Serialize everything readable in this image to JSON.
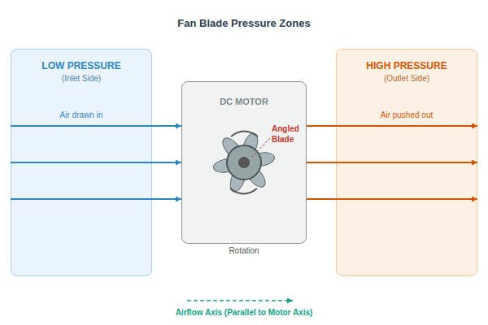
{
  "diagram": {
    "title": "Fan Blade Pressure Zones",
    "nodes": [
      {
        "text": [
          "LOW PRESSURE",
          "(Inlet Side)"
        ]
      },
      {
        "text": [
          "DC MOTOR"
        ]
      },
      {
        "text": [
          "HIGH PRESSURE",
          "(Outlet Side)"
        ]
      }
    ],
    "edges": [
      {
        "from": 0,
        "to": 1,
        "arrow": "to",
        "label": "Air drawn in"
      },
      {
        "from": 0,
        "to": 1,
        "arrow": "to"
      },
      {
        "from": 0,
        "to": 1,
        "arrow": "to"
      },
      {
        "from": 1,
        "to": 2,
        "arrow": "to",
        "label": "Air pushed out"
      },
      {
        "from": 1,
        "to": 2,
        "arrow": "to"
      },
      {
        "from": 1,
        "to": 2,
        "arrow": "to"
      }
    ],
    "labels": [
      "Angled Blade",
      "Rotation",
      "Airflow Axis (Parallel to Motor Axis)"
    ]
  }
}
